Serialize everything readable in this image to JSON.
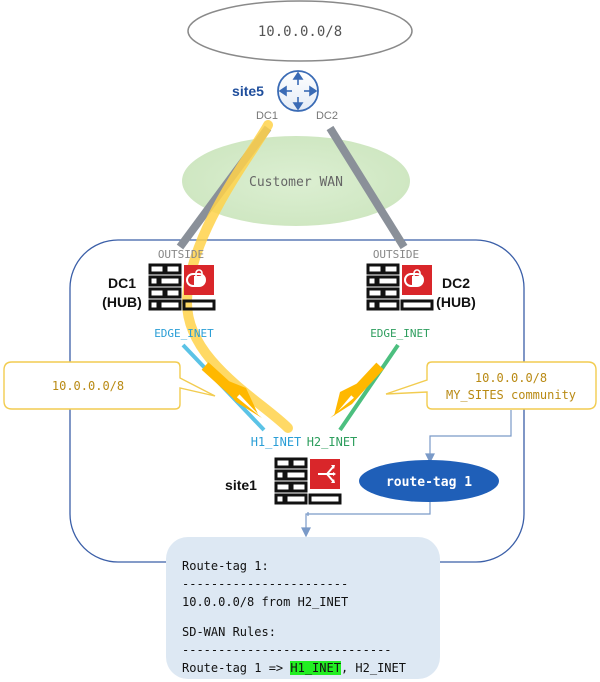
{
  "cloud_label": "10.0.0.0/8",
  "site5": {
    "label": "site5",
    "dc1_port": "DC1",
    "dc2_port": "DC2"
  },
  "wan_label": "Customer WAN",
  "hub1": {
    "outside": "OUTSIDE",
    "name_line1": "DC1",
    "name_line2": "(HUB)",
    "port": "EDGE_INET"
  },
  "hub2": {
    "outside": "OUTSIDE",
    "name_line1": "DC2",
    "name_line2": "(HUB)",
    "port": "EDGE_INET"
  },
  "callout_left": {
    "text": "10.0.0.0/8"
  },
  "callout_right": {
    "line1": "10.0.0.0/8",
    "line2": "MY_SITES community"
  },
  "site1": {
    "label": "site1",
    "port_h1": "H1_INET",
    "port_h2": "H2_INET"
  },
  "route_tag": "route-tag 1",
  "info": {
    "line1": "Route-tag 1:",
    "line2": "-----------------------",
    "line3": "10.0.0.0/8 from H2_INET",
    "line4": "SD-WAN Rules:",
    "line5": "-----------------------------",
    "line6_prefix": "Route-tag 1 => ",
    "line6_highlight": "H1_INET",
    "line6_suffix": ", H2_INET"
  },
  "colors": {
    "gray_link": "#8a9099",
    "yellow_path": "#ffd24a",
    "orange_arrow": "#ffb800",
    "h1_blue": "#5bc3e6",
    "h2_green": "#4cbf7f",
    "fortinet_red": "#d9262a",
    "route_tag_blue": "#1f5fb8",
    "callout_text": "#b98a14",
    "highlight_green": "#22ee22"
  }
}
